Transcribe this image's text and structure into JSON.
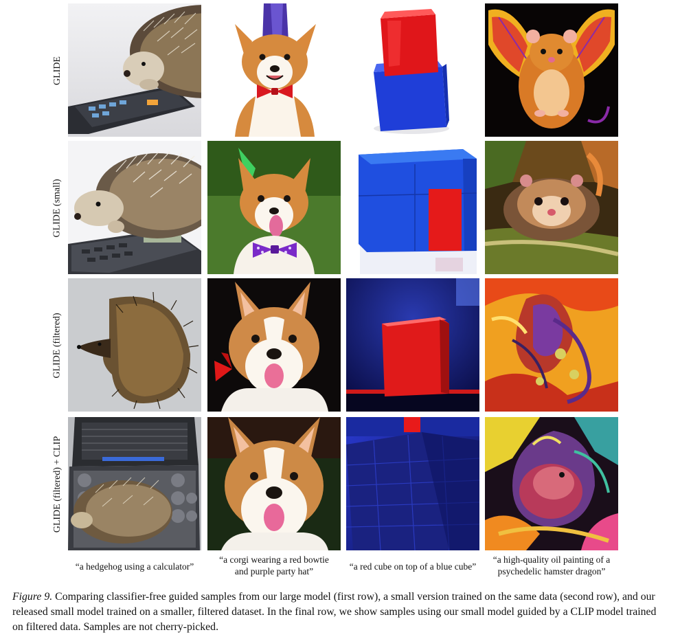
{
  "rows": [
    {
      "label": "GLIDE"
    },
    {
      "label": "GLIDE (small)"
    },
    {
      "label": "GLIDE (filtered)"
    },
    {
      "label": "GLIDE (filtered) + CLIP"
    }
  ],
  "prompts": [
    {
      "line1": "“a hedgehog using a calculator”",
      "line2": ""
    },
    {
      "line1": "“a corgi wearing a red bowtie",
      "line2": "and purple party hat”"
    },
    {
      "line1": "“a red cube on top of a blue cube”",
      "line2": ""
    },
    {
      "line1": "“a high-quality oil painting of a",
      "line2": "psychedelic hamster dragon”"
    }
  ],
  "caption": {
    "label": "Figure 9.",
    "text": " Comparing classifier-free guided samples from our large model (first row), a small version trained on the same data (second row), and our released small model trained on a smaller, filtered dataset. In the final row, we show samples using our small model guided by a CLIP model trained on filtered data. Samples are not cherry-picked."
  }
}
